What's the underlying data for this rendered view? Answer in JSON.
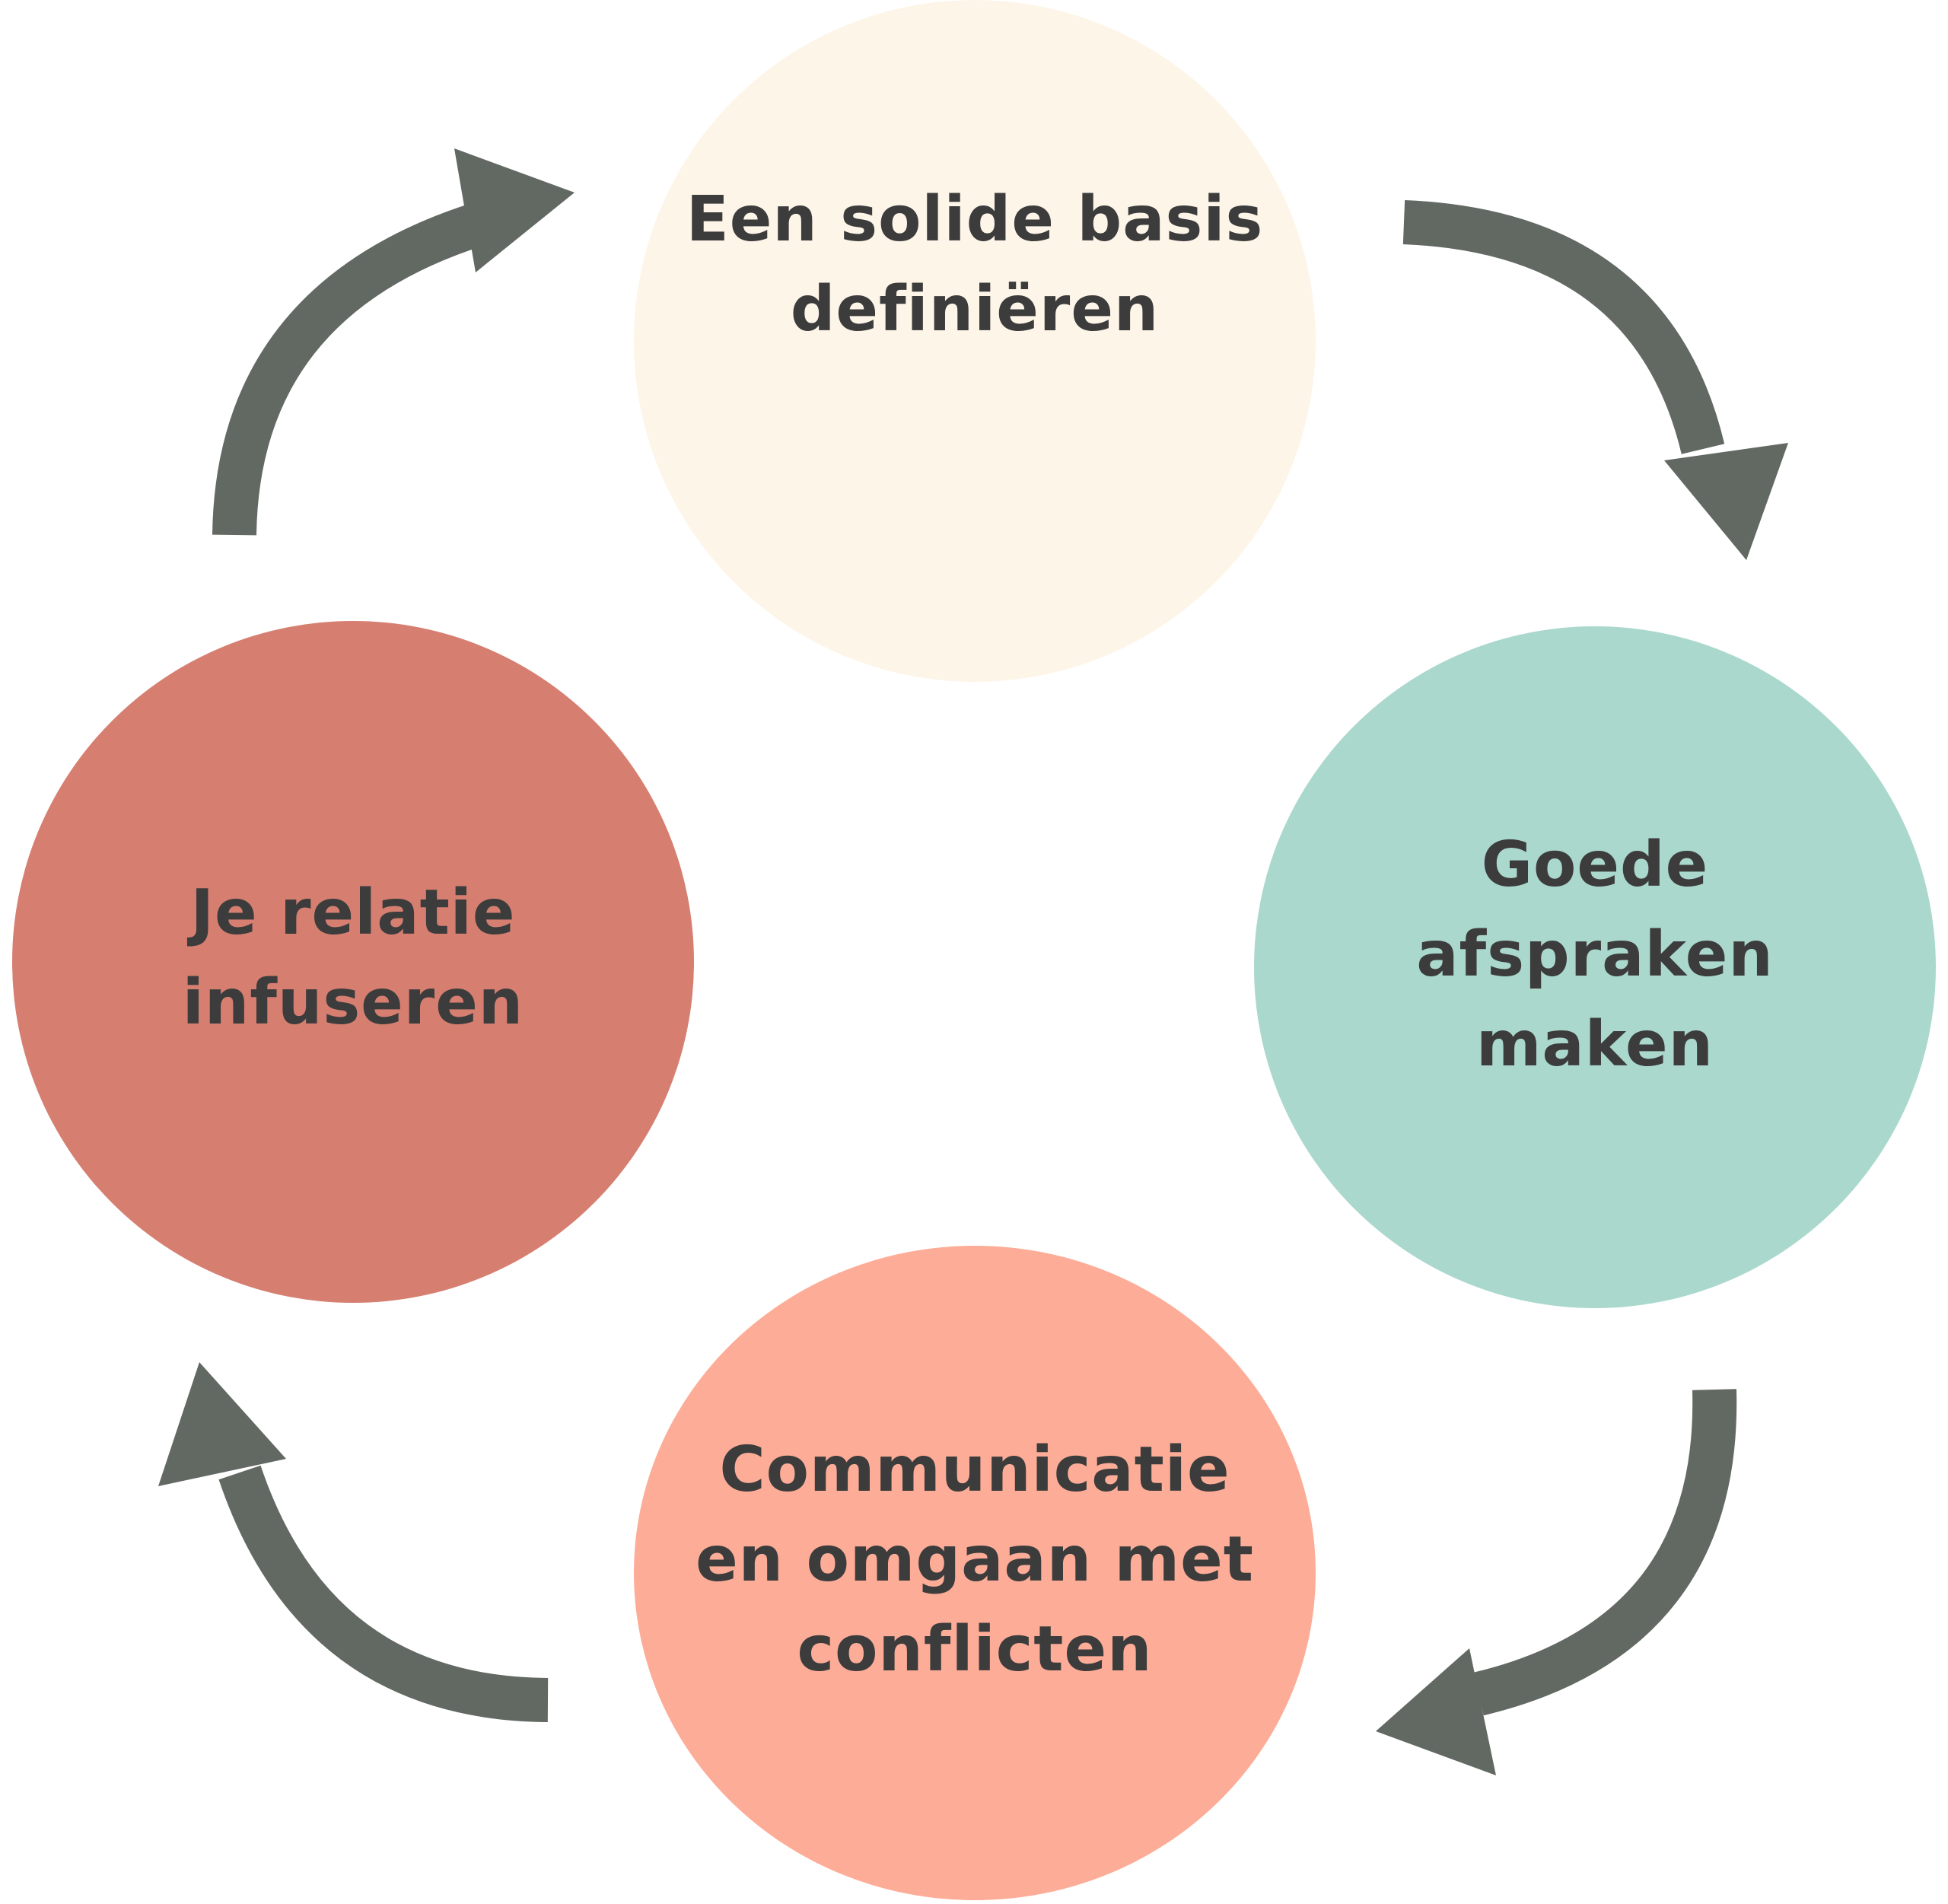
{
  "colors": {
    "arrow": "#626862",
    "text": "#3c3c3c",
    "node_1": "#fef5e9",
    "node_2": "#aad8cd",
    "node_3": "#fdac97",
    "node_4": "#d67f71"
  },
  "nodes": [
    {
      "label": "Een solide basis\ndefiniëren"
    },
    {
      "label": "Goede\nafspraken\nmaken"
    },
    {
      "label": "Communicatie\nen omgaan met\nconflicten"
    },
    {
      "label": "Je relatie\ninfuseren"
    }
  ],
  "arrows": [
    {
      "from": "Een solide basis definiëren",
      "to": "Goede afspraken maken"
    },
    {
      "from": "Goede afspraken maken",
      "to": "Communicatie en omgaan met conflicten"
    },
    {
      "from": "Communicatie en omgaan met conflicten",
      "to": "Je relatie infuseren"
    },
    {
      "from": "Je relatie infuseren",
      "to": "Een solide basis definiëren"
    }
  ]
}
